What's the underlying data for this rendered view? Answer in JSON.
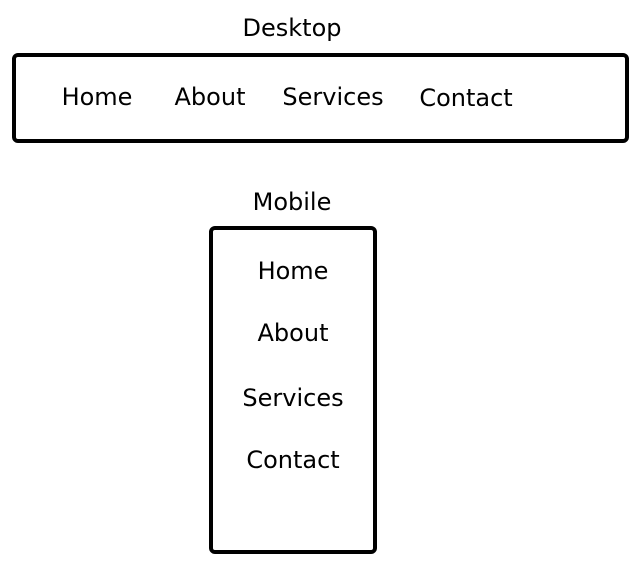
{
  "desktop": {
    "caption": "Desktop",
    "nav": [
      "Home",
      "About",
      "Services",
      "Contact"
    ]
  },
  "mobile": {
    "caption": "Mobile",
    "nav": [
      "Home",
      "About",
      "Services",
      "Contact"
    ]
  }
}
